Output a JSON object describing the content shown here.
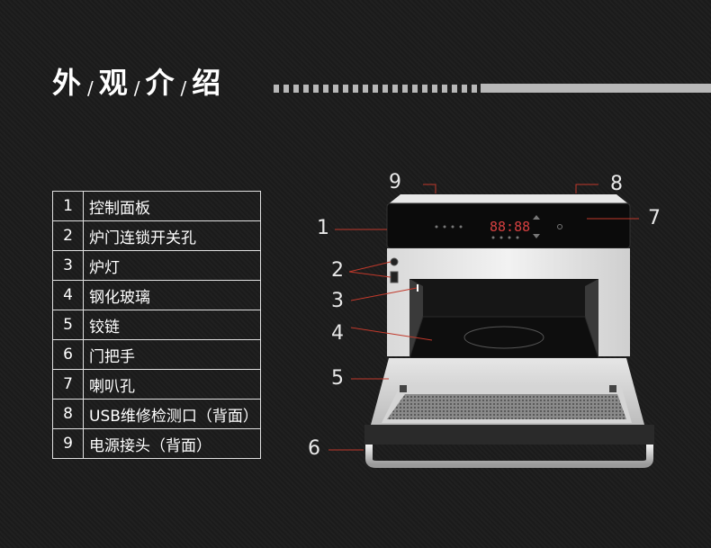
{
  "header": {
    "title_chars": [
      "外",
      "观",
      "介",
      "绍"
    ],
    "separator": "/"
  },
  "parts": [
    {
      "num": "1",
      "name": "控制面板"
    },
    {
      "num": "2",
      "name": "炉门连锁开关孔"
    },
    {
      "num": "3",
      "name": "炉灯"
    },
    {
      "num": "4",
      "name": "钢化玻璃"
    },
    {
      "num": "5",
      "name": "铰链"
    },
    {
      "num": "6",
      "name": "门把手"
    },
    {
      "num": "7",
      "name": "喇叭孔"
    },
    {
      "num": "8",
      "name": "USB维修检测口（背面）"
    },
    {
      "num": "9",
      "name": "电源接头（背面）"
    }
  ],
  "callouts": [
    "1",
    "2",
    "3",
    "4",
    "5",
    "6",
    "7",
    "8",
    "9"
  ],
  "display": {
    "digits": "88:88"
  },
  "colors": {
    "leader": "#c0392b",
    "accent_bar": "#b8b8b8"
  }
}
